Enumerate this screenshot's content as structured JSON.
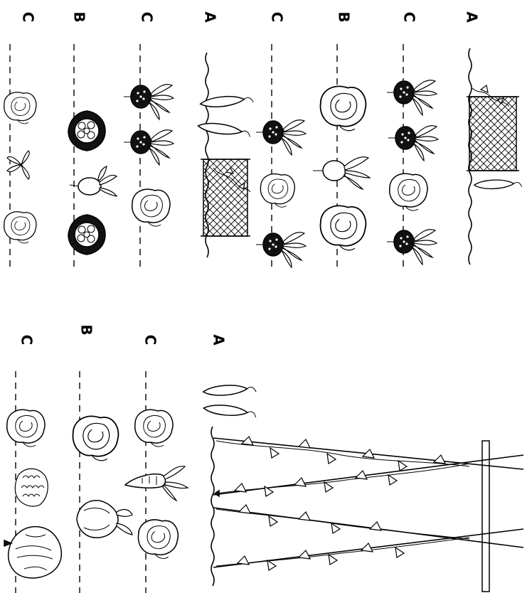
{
  "top_panel": {
    "row_labels": [
      "C",
      "B",
      "C",
      "A",
      "C",
      "B",
      "C",
      "A"
    ]
  },
  "bottom_panel": {
    "row_labels": [
      "C",
      "B",
      "C",
      "A"
    ]
  }
}
